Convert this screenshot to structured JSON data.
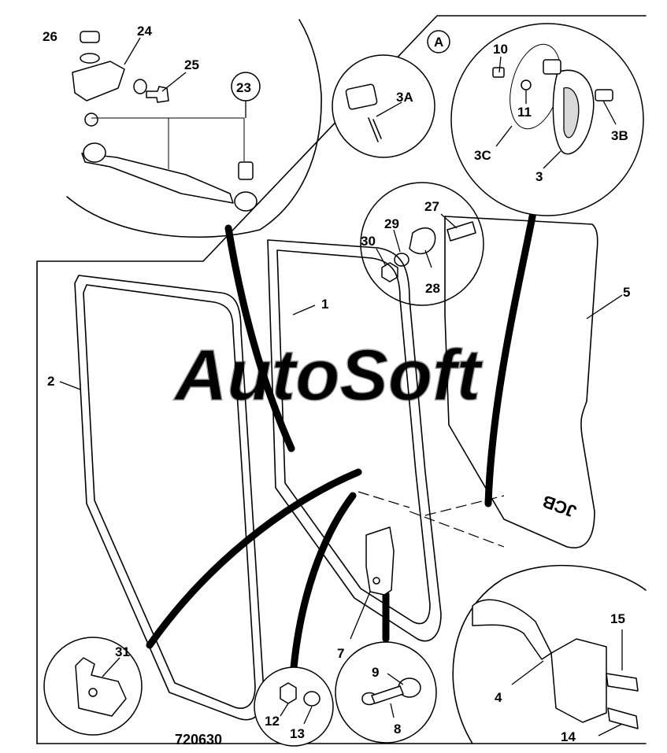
{
  "drawing_number": "720630",
  "watermark": "AutoSoft",
  "view_label": "A",
  "callouts": {
    "c1": "1",
    "c2": "2",
    "c3": "3",
    "c3a": "3A",
    "c3b": "3B",
    "c3c": "3C",
    "c4": "4",
    "c5": "5",
    "c7": "7",
    "c8": "8",
    "c9": "9",
    "c10": "10",
    "c11": "11",
    "c12": "12",
    "c13": "13",
    "c14": "14",
    "c15": "15",
    "c23": "23",
    "c24": "24",
    "c25": "25",
    "c26": "26",
    "c27": "27",
    "c28": "28",
    "c29": "29",
    "c30": "30",
    "c31": "31"
  },
  "logo_text": "JCB"
}
